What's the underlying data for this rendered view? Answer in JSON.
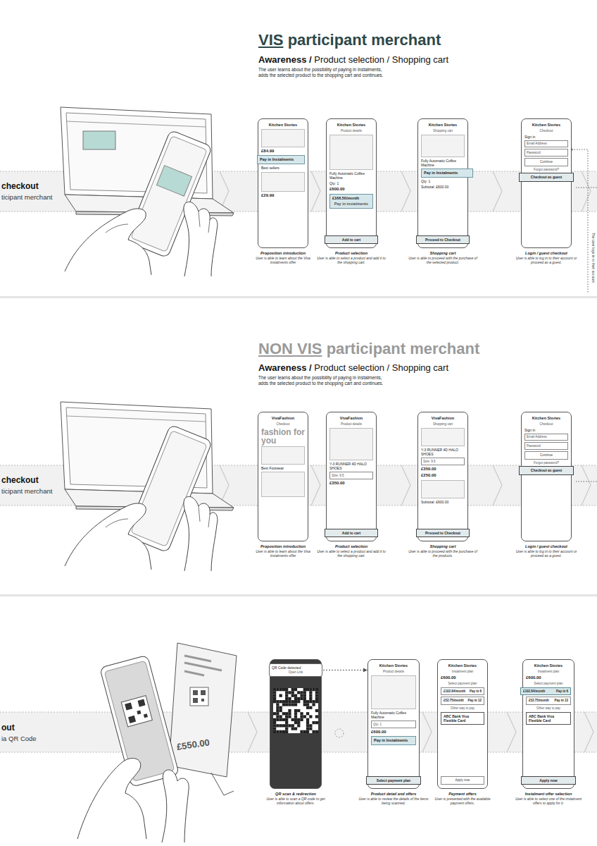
{
  "diagram": {
    "nodes": [
      {
        "text": [
          "Kitchen Stories",
          "£84.99",
          "Best sellers",
          "£29.99",
          "Proposition introduction",
          "User is able to learn about the Visa instalments offer"
        ]
      },
      {
        "text": [
          "Pay in Instalments"
        ],
        "in": 0
      },
      {
        "text": [
          "Kitchen Stories",
          "Product details",
          "Fully Automatic Coffee Machine",
          "Qty: 1",
          "£600.00",
          "Product selection",
          "User is able to select a product and add it to the shopping cart."
        ]
      },
      {
        "text": [
          "£166.50/month",
          "Pay in instalments"
        ],
        "in": 2
      },
      {
        "text": [
          "Add to cart"
        ],
        "in": 2
      },
      {
        "text": [
          "Kitchen Stories",
          "Shopping cart",
          "Fully Automatic Coffee Machine",
          "Qty: 1",
          "Subtotal: £600.00",
          "Shopping cart",
          "User is able to proceed with the purchase of the selected product."
        ]
      },
      {
        "text": [
          "Pay in Instalments"
        ],
        "in": 5
      },
      {
        "text": [
          "Proceed to Checkout"
        ],
        "in": 5
      },
      {
        "text": [
          "Kitchen Stories",
          "Checkout",
          "Sign in",
          "Email Address",
          "Password",
          "Forgot password?",
          "Login / guest checkout",
          "User is able to log in to their account or proceed as a guest."
        ]
      },
      {
        "text": [
          "Continue"
        ],
        "in": 8
      },
      {
        "text": [
          "Checkout as guest"
        ],
        "in": 8
      },
      {
        "text": [
          "VivaFashion",
          "Checkout",
          "fashion for you",
          "Best Footwear",
          "Proposition introduction",
          "User is able to learn about the Visa instalments offer"
        ]
      },
      {
        "text": [
          "VivaFashion",
          "Product details",
          "Y-3 RUNNER 4D HALO SHOES",
          "Size: 9.5",
          "£350.00",
          "Product selection",
          "User is able to select a product and add it to the shopping cart."
        ]
      },
      {
        "text": [
          "Add to cart"
        ],
        "in": 12
      },
      {
        "text": [
          "VivaFashion",
          "Shopping cart",
          "Y-3 RUNNER 4D HALO SHOES",
          "Size: 9.5",
          "£350.00",
          "£250.00",
          "Subtotal: £600.00",
          "Shopping cart",
          "User is able to proceed with the purchase of the products."
        ]
      },
      {
        "text": [
          "Proceed to Checkout"
        ],
        "in": 14
      },
      {
        "text": [
          "Kitchen Stories",
          "Checkout",
          "Sign in",
          "Email Address",
          "Password",
          "Forgot password?",
          "Login / guest checkout",
          "User is able to log in to their account or proceed as a guest."
        ]
      },
      {
        "text": [
          "Continue"
        ],
        "in": 16
      },
      {
        "text": [
          "Checkout as guest"
        ],
        "in": 16
      },
      {
        "text": [
          "QR scan & redirection",
          "User is able to scan a QR code to get information about offers."
        ]
      },
      {
        "text": [
          "QR Code detected",
          "Open Link"
        ],
        "in": 19
      },
      {
        "text": [
          "Kitchen Stories",
          "Product details",
          "Fully Automatic Coffee Machine",
          "Qty: 1",
          "£600.00",
          "Product detail and offers",
          "User is able to review the details of the items being scanned."
        ]
      },
      {
        "text": [
          "Pay in Instalments"
        ],
        "in": 21
      },
      {
        "text": [
          "Select payment plan"
        ],
        "in": 21
      },
      {
        "text": [
          "Kitchen Stories",
          "Instalment plan",
          "£600.00",
          "Select payment plan",
          "Other way to pay",
          "Payment offers",
          "User is presented with the available payment offers."
        ]
      },
      {
        "text": [
          "£102.84/month",
          "Pay in 6"
        ],
        "in": 24
      },
      {
        "text": [
          "£52.75/month",
          "Pay in 12"
        ],
        "in": 24
      },
      {
        "text": [
          "ABC Bank Visa Flexible Card"
        ],
        "in": 24
      },
      {
        "text": [
          "Apply now"
        ],
        "in": 24
      },
      {
        "text": [
          "Kitchen Stories",
          "Instalment plan",
          "£600.00",
          "Select payment plan",
          "Other way to pay",
          "Instalment offer selection",
          "User is able to select one of the instalment offers to apply for it."
        ]
      },
      {
        "text": [
          "£102.84/month",
          "Pay in 6"
        ],
        "in": 29
      },
      {
        "text": [
          "£52.75/month",
          "Pay in 12"
        ],
        "in": 29
      },
      {
        "text": [
          "ABC Bank Visa Flexible Card"
        ],
        "in": 29
      },
      {
        "text": [
          "Apply now"
        ],
        "in": 29
      }
    ],
    "edges": [
      {
        "from": 20,
        "to": 21,
        "arrow": "to"
      }
    ],
    "labels": [
      "VIS",
      "participant merchant",
      "Awareness /",
      "Product selection / Shopping cart",
      "The user learns about the possibility of paying in instalments, adds the selected product to the shopping cart and continues.",
      "checkout",
      "ticipant merchant",
      "The user logs in to their account",
      "NON VIS",
      "participant merchant",
      "Awareness /",
      "Product selection / Shopping cart",
      "The user learns about the possibility of paying in instalments, adds the selected product to the shopping cart and continues.",
      "checkout",
      "ticipant merchant",
      "out",
      "ia QR Code",
      "£550.00"
    ]
  }
}
